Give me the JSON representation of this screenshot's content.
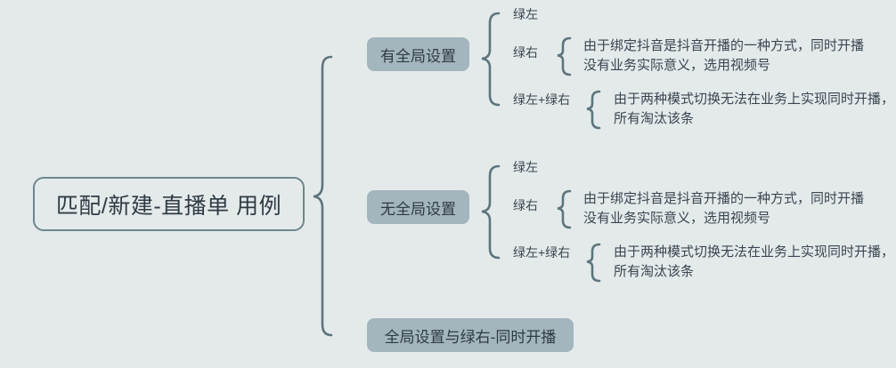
{
  "canvas": {
    "background_color": "#e4eaea",
    "node_fill_color": "#a3b5bd",
    "node_border_color": "#6d868c",
    "connector_color": "#5d757d",
    "text_color": "#3a4550"
  },
  "root": {
    "label": "匹配/新建-直播单 用例"
  },
  "branches": [
    {
      "label": "有全局设置",
      "leaves": [
        {
          "label": "绿左",
          "details": []
        },
        {
          "label": "绿右",
          "details": [
            "由于绑定抖音是抖音开播的一种方式，同时开播",
            "没有业务实际意义，选用视频号"
          ]
        },
        {
          "label": "绿左+绿右",
          "details": [
            "由于两种模式切换无法在业务上实现同时开播，",
            "所有淘汰该条"
          ]
        }
      ]
    },
    {
      "label": "无全局设置",
      "leaves": [
        {
          "label": "绿左",
          "details": []
        },
        {
          "label": "绿右",
          "details": [
            "由于绑定抖音是抖音开播的一种方式，同时开播",
            "没有业务实际意义，选用视频号"
          ]
        },
        {
          "label": "绿左+绿右",
          "details": [
            "由于两种模式切换无法在业务上实现同时开播，",
            "所有淘汰该条"
          ]
        }
      ]
    },
    {
      "label": "全局设置与绿右-同时开播",
      "leaves": []
    }
  ]
}
